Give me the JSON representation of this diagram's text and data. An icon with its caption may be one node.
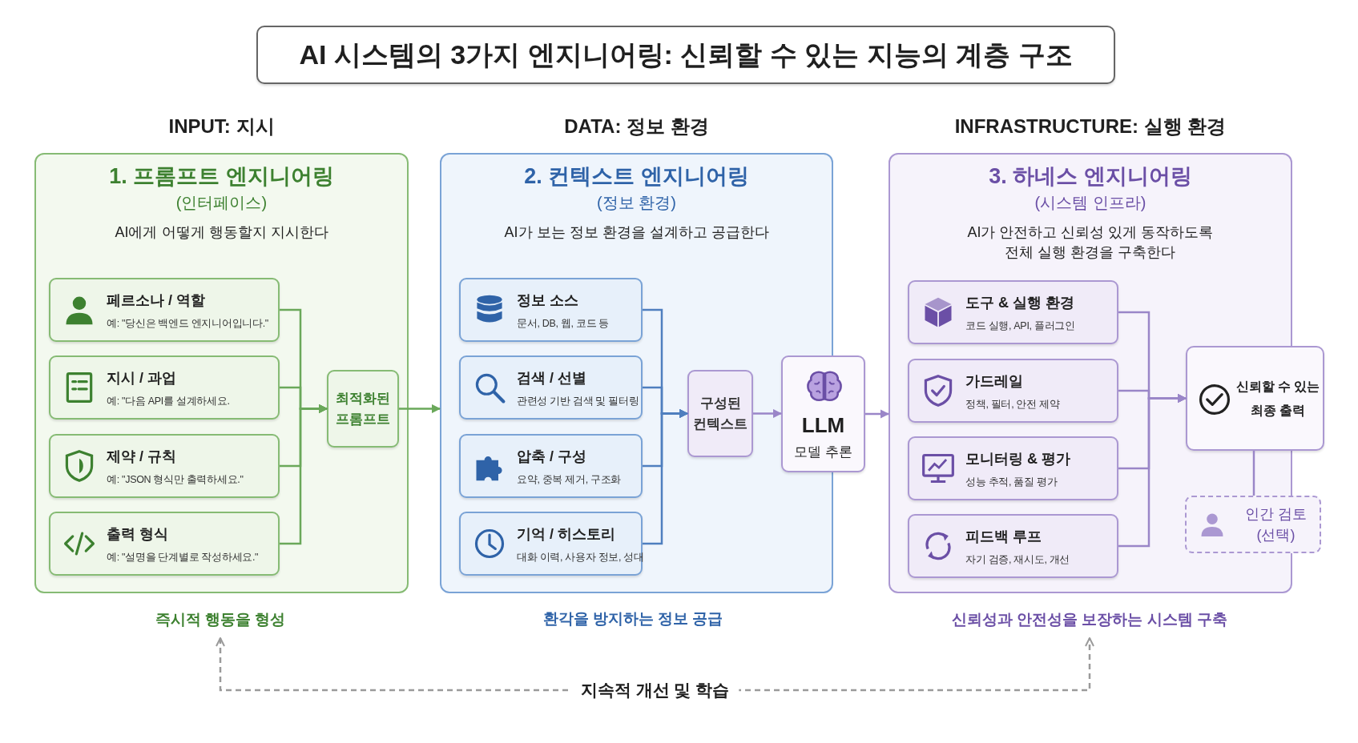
{
  "diagram": {
    "title": "AI 시스템의 3가지 엔지니어링: 신뢰할 수 있는 지능의 계층 구조",
    "nodes": [
      {
        "text": [
          "INPUT: 지시",
          "1. 프롬프트 엔지니어링",
          "(인터페이스)",
          "AI에게 어떻게 행동할지 지시한다"
        ]
      },
      {
        "text": [
          "페르소나 / 역할",
          "예: \"당신은 백엔드 엔지니어입니다.\""
        ],
        "in": 0
      },
      {
        "text": [
          "지시 / 과업",
          "예: \"다음 API를 설계하세요."
        ],
        "in": 0
      },
      {
        "text": [
          "제약 / 규칙",
          "예: \"JSON 형식만 출력하세요.\""
        ],
        "in": 0
      },
      {
        "text": [
          "출력 형식",
          "예: \"설명을 단계별로 작성하세요.\""
        ],
        "in": 0
      },
      {
        "text": [
          "최적화된 프롬프트"
        ],
        "in": 0
      },
      {
        "text": [
          "DATA: 정보 환경",
          "2. 컨텍스트 엔지니어링",
          "(정보 환경)",
          "AI가 보는 정보 환경을 설계하고 공급한다"
        ]
      },
      {
        "text": [
          "정보 소스",
          "문서, DB, 웹, 코드 등"
        ],
        "in": 6
      },
      {
        "text": [
          "검색 / 선별",
          "관련성 기반 검색 및 필터링"
        ],
        "in": 6
      },
      {
        "text": [
          "압축 / 구성",
          "요약, 중복 제거, 구조화"
        ],
        "in": 6
      },
      {
        "text": [
          "기억 / 히스토리",
          "대화 이력, 사용자 정보, 성대"
        ],
        "in": 6
      },
      {
        "text": [
          "구성된 컨텍스트"
        ],
        "in": 6
      },
      {
        "text": [
          "LLM",
          "모델 추론"
        ]
      },
      {
        "text": [
          "INFRASTRUCTURE: 실행 환경",
          "3. 하네스 엔지니어링",
          "(시스템 인프라)",
          "AI가 안전하고 신뢰성 있게 동작하도록 전체 실행 환경을 구축한다"
        ]
      },
      {
        "text": [
          "도구 & 실행 환경",
          "코드 실행, API, 플러그인"
        ],
        "in": 13
      },
      {
        "text": [
          "가드레일",
          "정책, 필터, 안전 제약"
        ],
        "in": 13
      },
      {
        "text": [
          "모니터링 & 평가",
          "성능 추적, 품질 평가"
        ],
        "in": 13
      },
      {
        "text": [
          "피드백 루프",
          "자기 검증, 재시도, 개선"
        ],
        "in": 13
      },
      {
        "text": [
          "신뢰할 수 있는 최종 출력"
        ]
      },
      {
        "text": [
          "인간 검토 (선택)"
        ]
      },
      {
        "text": [
          "즉시적 행동을 형성"
        ]
      },
      {
        "text": [
          "신뢰성과 안전성을 보장하는 시스템 구축"
        ]
      }
    ],
    "edges": [
      {
        "from": 1,
        "to": 5,
        "arrow": "to",
        "color": "#6aa85a"
      },
      {
        "from": 2,
        "to": 5,
        "arrow": "to",
        "color": "#6aa85a"
      },
      {
        "from": 3,
        "to": 5,
        "arrow": "to",
        "color": "#6aa85a"
      },
      {
        "from": 4,
        "to": 5,
        "arrow": "to",
        "color": "#6aa85a"
      },
      {
        "from": 5,
        "to": 6,
        "arrow": "to",
        "color": "#6aa85a"
      },
      {
        "from": 7,
        "to": 11,
        "arrow": "to",
        "color": "#4f7fbf"
      },
      {
        "from": 8,
        "to": 11,
        "arrow": "to",
        "color": "#4f7fbf"
      },
      {
        "from": 9,
        "to": 11,
        "arrow": "to",
        "color": "#4f7fbf"
      },
      {
        "from": 10,
        "to": 11,
        "arrow": "to",
        "color": "#4f7fbf"
      },
      {
        "from": 11,
        "to": 12,
        "arrow": "to",
        "color": "#9a86c8"
      },
      {
        "from": 12,
        "to": 13,
        "arrow": "to",
        "color": "#9a86c8"
      },
      {
        "from": 14,
        "to": 18,
        "arrow": "to",
        "color": "#9a86c8"
      },
      {
        "from": 15,
        "to": 18,
        "arrow": "to",
        "color": "#9a86c8"
      },
      {
        "from": 16,
        "to": 18,
        "arrow": "to",
        "color": "#9a86c8"
      },
      {
        "from": 17,
        "to": 18,
        "arrow": "to",
        "color": "#9a86c8"
      },
      {
        "from": 18,
        "to": 19,
        "arrow": "none",
        "color": "#9a86c8"
      },
      {
        "from": 20,
        "to": 21,
        "arrow": "both",
        "style": "dashed",
        "color": "#9a9a9a",
        "label": "지속적 개선 및 학습"
      }
    ],
    "labels": [
      "환각을 방지하는 정보 공급"
    ]
  }
}
